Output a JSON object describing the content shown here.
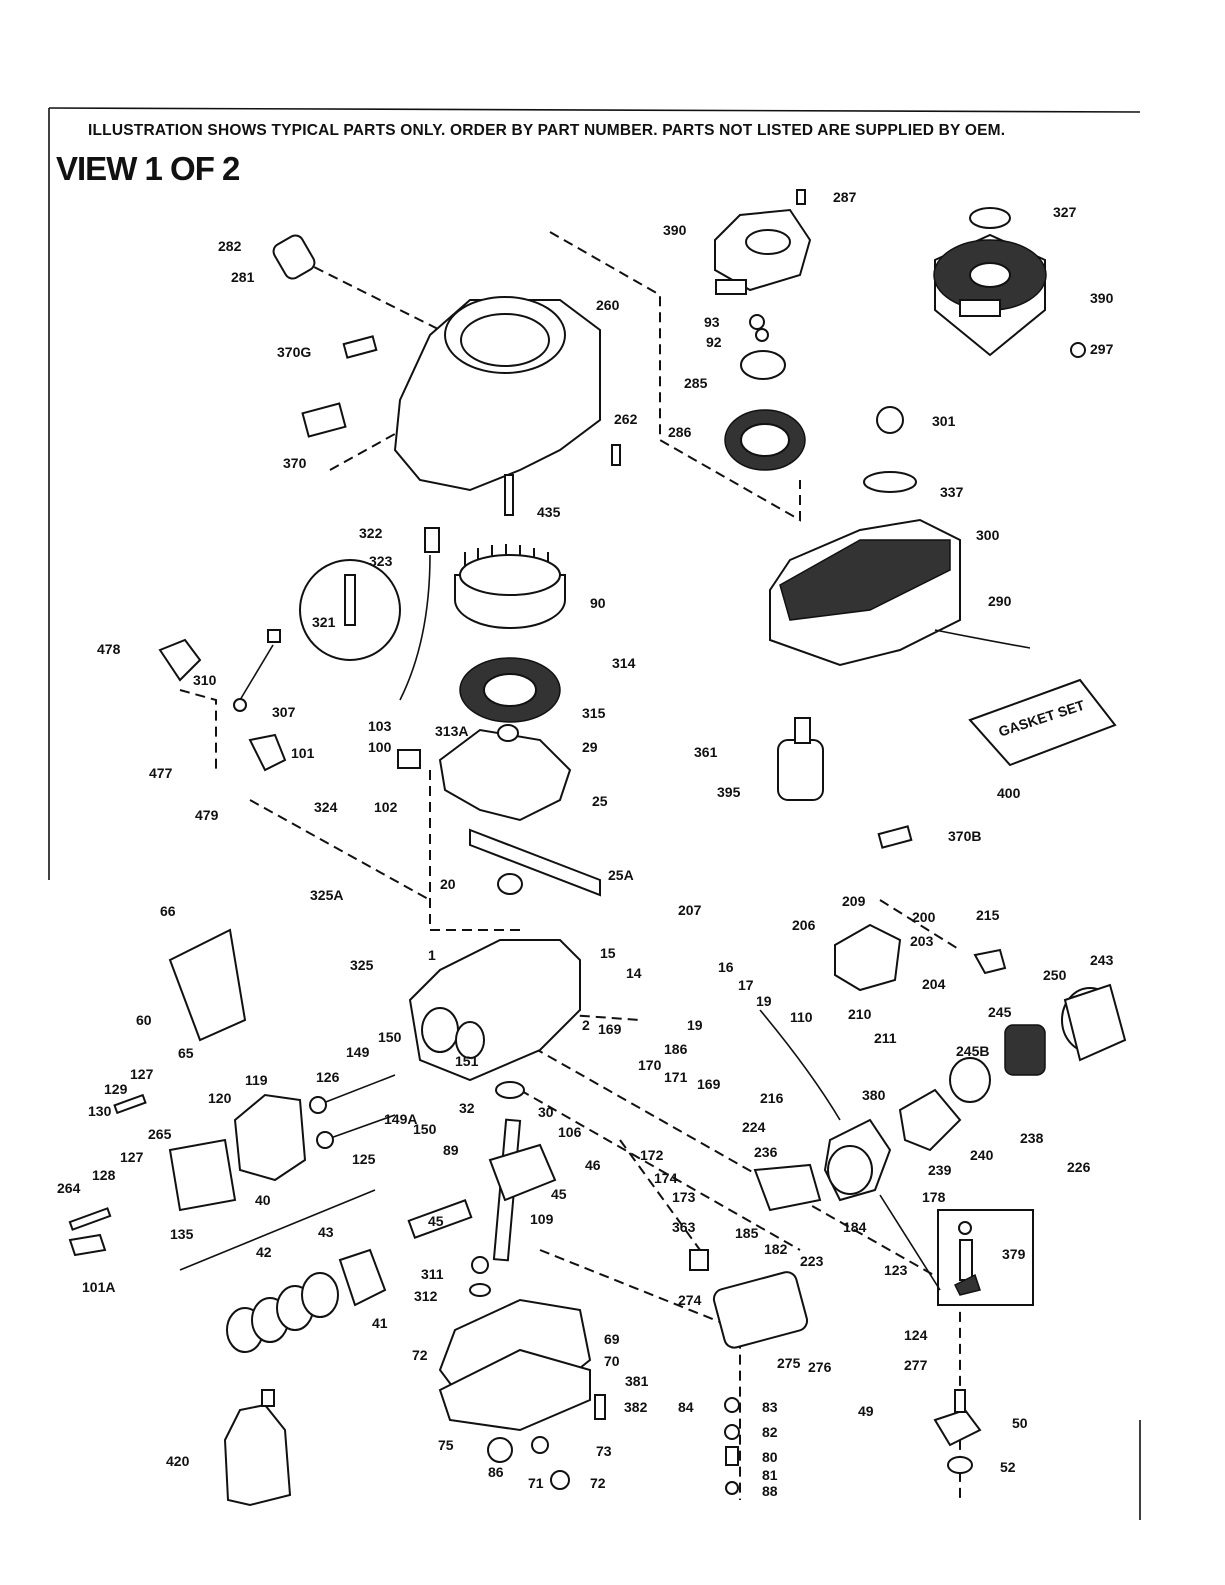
{
  "header": {
    "note": "ILLUSTRATION SHOWS TYPICAL PARTS ONLY. ORDER BY PART NUMBER. PARTS NOT LISTED ARE SUPPLIED BY OEM.",
    "view": "VIEW 1 OF 2"
  },
  "gasket_set_text": "GASKET SET",
  "callouts": [
    "282",
    "281",
    "370G",
    "370",
    "260",
    "262",
    "435",
    "287",
    "390",
    "93",
    "92",
    "285",
    "286",
    "327",
    "390",
    "297",
    "301",
    "337",
    "300",
    "290",
    "322",
    "323",
    "321",
    "90",
    "314",
    "315",
    "478",
    "310",
    "307",
    "103",
    "313A",
    "29",
    "100",
    "101",
    "324",
    "102",
    "25",
    "477",
    "479",
    "361",
    "395",
    "400",
    "370B",
    "325A",
    "20",
    "25A",
    "66",
    "325",
    "1",
    "15",
    "14",
    "207",
    "16",
    "17",
    "19",
    "19",
    "206",
    "209",
    "200",
    "203",
    "215",
    "243",
    "250",
    "204",
    "245",
    "210",
    "211",
    "60",
    "2",
    "169",
    "186",
    "110",
    "65",
    "150",
    "149",
    "151",
    "170",
    "171",
    "169",
    "245B",
    "127",
    "129",
    "119",
    "126",
    "120",
    "32",
    "30",
    "130",
    "106",
    "216",
    "380",
    "149A",
    "150",
    "125",
    "89",
    "46",
    "45",
    "224",
    "238",
    "236",
    "265",
    "172",
    "174",
    "173",
    "226",
    "240",
    "239",
    "178",
    "264",
    "128",
    "127",
    "40",
    "109",
    "135",
    "185",
    "184",
    "182",
    "223",
    "363",
    "43",
    "45",
    "379",
    "101A",
    "42",
    "41",
    "311",
    "312",
    "274",
    "123",
    "69",
    "276",
    "124",
    "72",
    "70",
    "381",
    "275",
    "277",
    "382",
    "84",
    "83",
    "49",
    "50",
    "82",
    "75",
    "73",
    "420",
    "80",
    "52",
    "86",
    "71",
    "72",
    "81",
    "88"
  ]
}
